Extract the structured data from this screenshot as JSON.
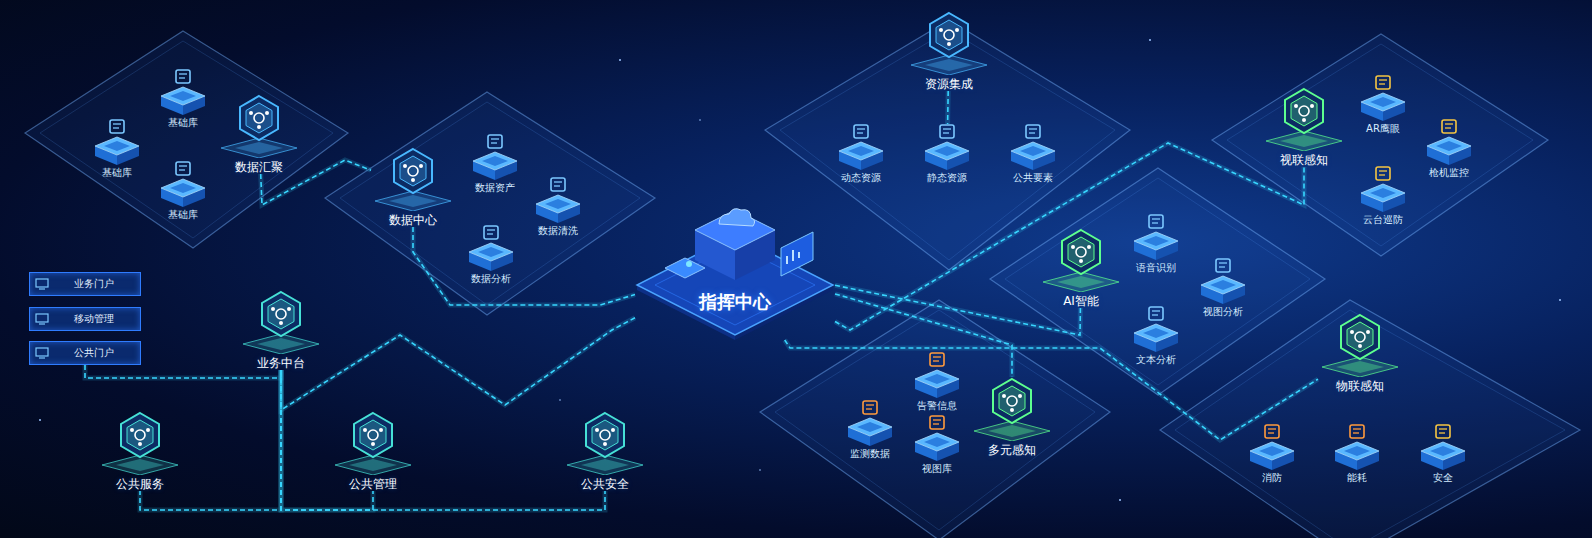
{
  "diagram": {
    "nodes": [
      {
        "text": [
          "数据汇聚"
        ]
      },
      {
        "text": [
          "基础库"
        ]
      },
      {
        "text": [
          "基础库"
        ]
      },
      {
        "text": [
          "基础库"
        ]
      },
      {
        "text": [
          "数据中心"
        ]
      },
      {
        "text": [
          "数据资产"
        ]
      },
      {
        "text": [
          "数据清洗"
        ]
      },
      {
        "text": [
          "数据分析"
        ]
      },
      {
        "text": [
          "指挥中心"
        ]
      },
      {
        "text": [
          "资源集成"
        ]
      },
      {
        "text": [
          "动态资源"
        ]
      },
      {
        "text": [
          "静态资源"
        ]
      },
      {
        "text": [
          "公共要素"
        ]
      },
      {
        "text": [
          "视联感知"
        ]
      },
      {
        "text": [
          "AR鹰眼"
        ]
      },
      {
        "text": [
          "枪机监控"
        ]
      },
      {
        "text": [
          "云台巡防"
        ]
      },
      {
        "text": [
          "AI智能"
        ]
      },
      {
        "text": [
          "语音识别"
        ]
      },
      {
        "text": [
          "视图分析"
        ]
      },
      {
        "text": [
          "文本分析"
        ]
      },
      {
        "text": [
          "告警信息"
        ]
      },
      {
        "text": [
          "监测数据"
        ]
      },
      {
        "text": [
          "多元感知"
        ]
      },
      {
        "text": [
          "视图库"
        ]
      },
      {
        "text": [
          "物联感知"
        ]
      },
      {
        "text": [
          "消防"
        ]
      },
      {
        "text": [
          "能耗"
        ]
      },
      {
        "text": [
          "安全"
        ]
      },
      {
        "text": [
          "业务门户"
        ]
      },
      {
        "text": [
          "移动管理"
        ]
      },
      {
        "text": [
          "公共门户"
        ]
      },
      {
        "text": [
          "业务中台"
        ]
      },
      {
        "text": [
          "公共服务"
        ]
      },
      {
        "text": [
          "公共管理"
        ]
      },
      {
        "text": [
          "公共安全"
        ]
      }
    ],
    "edges": [
      {
        "from": 0,
        "to": 4,
        "arrow": "none"
      },
      {
        "from": 4,
        "to": 8,
        "arrow": "none"
      },
      {
        "from": 9,
        "to": 11,
        "arrow": "none"
      },
      {
        "from": 8,
        "to": 13,
        "arrow": "none"
      },
      {
        "from": 8,
        "to": 17,
        "arrow": "none"
      },
      {
        "from": 8,
        "to": 23,
        "arrow": "none"
      },
      {
        "from": 8,
        "to": 25,
        "arrow": "none"
      },
      {
        "from": 8,
        "to": 32,
        "arrow": "none"
      },
      {
        "from": 32,
        "to": 33,
        "arrow": "none"
      },
      {
        "from": 32,
        "to": 34,
        "arrow": "none"
      },
      {
        "from": 32,
        "to": 35,
        "arrow": "none"
      },
      {
        "from": 31,
        "to": 32,
        "arrow": "none"
      }
    ]
  }
}
